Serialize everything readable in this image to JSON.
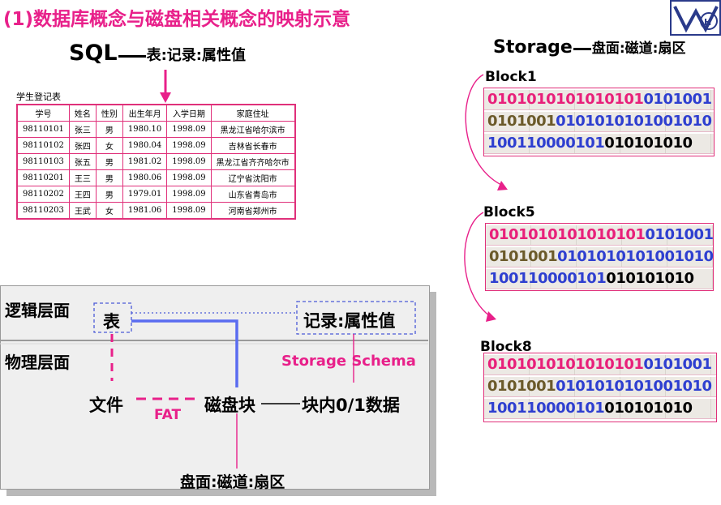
{
  "title": "(1)数据库概念与磁盘相关概念的映射示意",
  "sql_head": {
    "big": "SQL",
    "small": "表:记录:属性值"
  },
  "register": {
    "caption": "学生登记表",
    "headers": [
      "学号",
      "姓名",
      "性别",
      "出生年月",
      "入学日期",
      "家庭住址"
    ],
    "rows": [
      [
        "98110101",
        "张三",
        "男",
        "1980.10",
        "1998.09",
        "黑龙江省哈尔滨市"
      ],
      [
        "98110102",
        "张四",
        "女",
        "1980.04",
        "1998.09",
        "吉林省长春市"
      ],
      [
        "98110103",
        "张五",
        "男",
        "1981.02",
        "1998.09",
        "黑龙江省齐齐哈尔市"
      ],
      [
        "98110201",
        "王三",
        "男",
        "1980.06",
        "1998.09",
        "辽宁省沈阳市"
      ],
      [
        "98110202",
        "王四",
        "男",
        "1979.01",
        "1998.09",
        "山东省青岛市"
      ],
      [
        "98110203",
        "王武",
        "女",
        "1981.06",
        "1998.09",
        "河南省郑州市"
      ]
    ]
  },
  "storage_head": {
    "big": "Storage",
    "small": "盘面:磁道:扇区"
  },
  "blocks": [
    {
      "label": "Block1",
      "lines": [
        [
          {
            "t": "0101010101010101",
            "c": "c1"
          },
          {
            "t": "0101001",
            "c": "c3"
          }
        ],
        [
          {
            "t": "0101001",
            "c": "c2"
          },
          {
            "t": "0101010101001010",
            "c": "c3"
          }
        ],
        [
          {
            "t": "100110000101",
            "c": "c3"
          },
          {
            "t": "010101010",
            "c": "c1b"
          }
        ]
      ]
    },
    {
      "label": "Block5",
      "lines": [
        [
          {
            "t": "0101010101010101",
            "c": "c1"
          },
          {
            "t": "0101001",
            "c": "c3"
          }
        ],
        [
          {
            "t": "0101001",
            "c": "c2"
          },
          {
            "t": "0101010101001010",
            "c": "c3"
          }
        ],
        [
          {
            "t": "100110000101",
            "c": "c3"
          },
          {
            "t": "010101010",
            "c": "c1b"
          }
        ]
      ]
    },
    {
      "label": "Block8",
      "lines": [
        [
          {
            "t": "0101010101010101",
            "c": "c1"
          },
          {
            "t": "0101001",
            "c": "c3"
          }
        ],
        [
          {
            "t": "0101001",
            "c": "c2"
          },
          {
            "t": "0101010101001010",
            "c": "c3"
          }
        ],
        [
          {
            "t": "100110000101",
            "c": "c3"
          },
          {
            "t": "010101010",
            "c": "c1b"
          }
        ]
      ]
    }
  ],
  "mapping": {
    "logical_layer": "逻辑层面",
    "physical_layer": "物理层面",
    "table": "表",
    "record": "记录:属性值",
    "storage_schema": "Storage Schema",
    "file": "文件",
    "fat": "FAT",
    "disk_block": "磁盘块",
    "bits": "块内0/1数据",
    "sector": "盘面:磁道:扇区"
  },
  "colors": {
    "accent_pink": "#e8208a",
    "line_blue": "#5a6cf0",
    "panel_bg": "#efefef"
  }
}
